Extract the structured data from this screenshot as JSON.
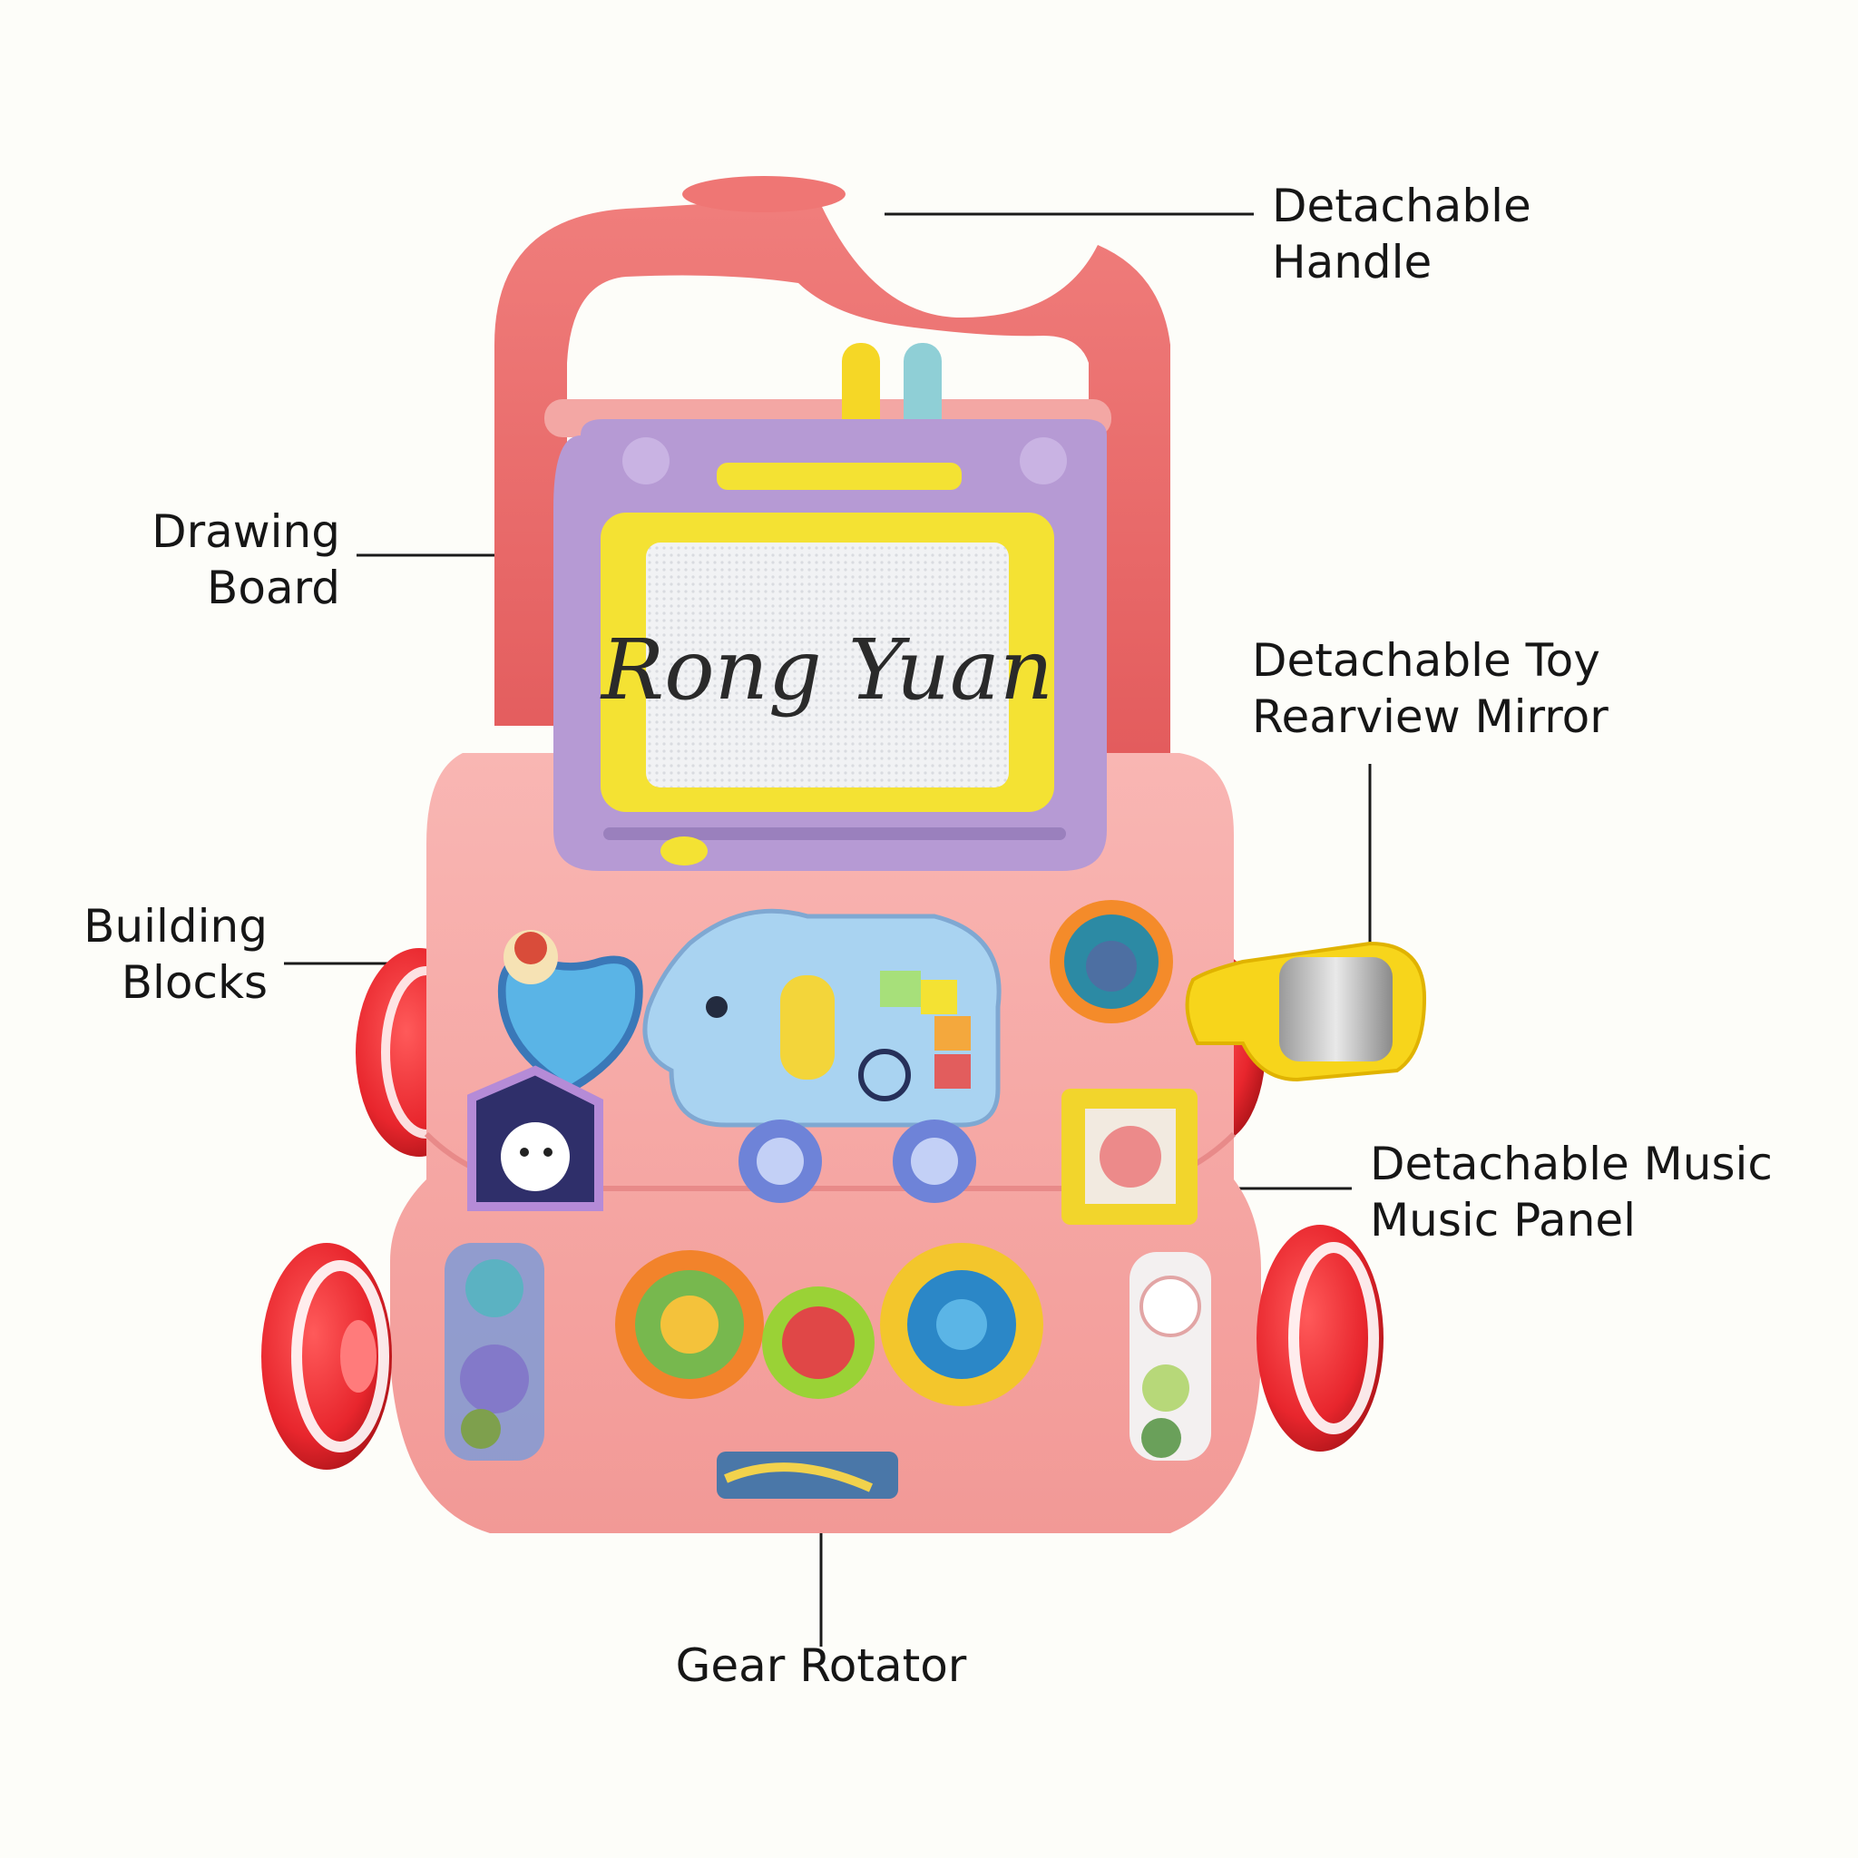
{
  "colors": {
    "background": "#fdfdf9",
    "handle": "#ec6a6a",
    "body": "#f6a8a8",
    "board_frame": "#b69ad4",
    "board_inner_frame": "#f4e233",
    "wheel": "#e8262d",
    "elephant": "#a9d3f1",
    "mirror": "#f7d51b",
    "leader_line": "#1a1a1a"
  },
  "labels": {
    "handle": {
      "line1": "Detachable",
      "line2": "Handle"
    },
    "drawing_board": {
      "line1": "Drawing",
      "line2": "Board"
    },
    "mirror": {
      "line1": "Detachable Toy",
      "line2": "Rearview Mirror"
    },
    "building_blocks": {
      "line1": "Building",
      "line2": "Blocks"
    },
    "music_panel": {
      "line1": "Detachable Music",
      "line2": "Music Panel"
    },
    "gear": {
      "line1": "Gear Rotator"
    }
  },
  "board_text": "Rong Yuan",
  "icons": [
    "drawing-board-icon",
    "elephant-toy-icon",
    "heart-block-icon",
    "pentagon-block-icon",
    "square-block-icon",
    "gear-icon",
    "mirror-icon",
    "wheel-icon"
  ]
}
